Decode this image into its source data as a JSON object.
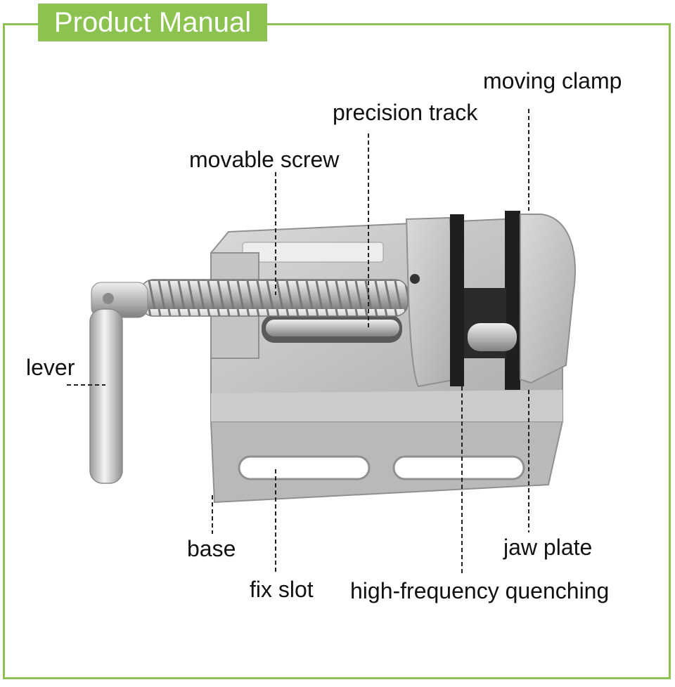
{
  "header": {
    "title": "Product Manual"
  },
  "labels": {
    "moving_clamp": "moving clamp",
    "precision_track": "precision track",
    "movable_screw": "movable screw",
    "lever": "lever",
    "base": "base",
    "fix_slot": "fix slot",
    "jaw_plate": "jaw plate",
    "high_frequency_quenching": "high-frequency quenching"
  },
  "colors": {
    "accent": "#8cc250",
    "text": "#111111",
    "metal": "#c5c7c8",
    "jaw": "#1f1f1f"
  }
}
